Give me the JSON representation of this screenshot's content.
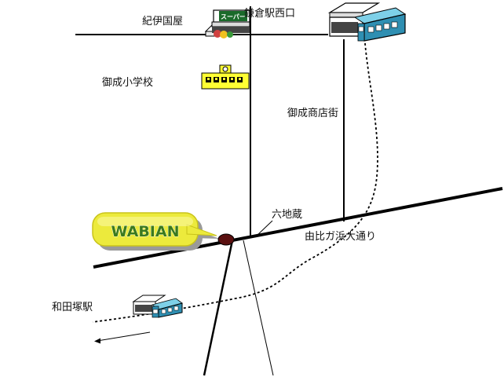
{
  "map": {
    "labels": {
      "kinokuniya": "紀伊国屋",
      "kamakura_station_west": "鎌倉駅西口",
      "onari_elementary": "御成小学校",
      "onari_shopping_street": "御成商店街",
      "rokujizo": "六地蔵",
      "yuigahama_street": "由比ガ浜大通り",
      "wadazuka_station": "和田塚駅"
    },
    "store_sign": "スーパー",
    "callout": "WABIAN",
    "colors": {
      "callout_fill": "#ecea3c",
      "callout_shadow": "#9a9a9a",
      "callout_text": "#3b7a1c",
      "school_fill": "#ffff33",
      "train_blue": "#2f8fb2",
      "marker": "#5a1010",
      "line": "#000000"
    },
    "icons": [
      "supermarket-icon",
      "school-icon",
      "train-station-icon",
      "train-station-icon",
      "location-marker-icon",
      "direction-arrow-icon"
    ]
  }
}
